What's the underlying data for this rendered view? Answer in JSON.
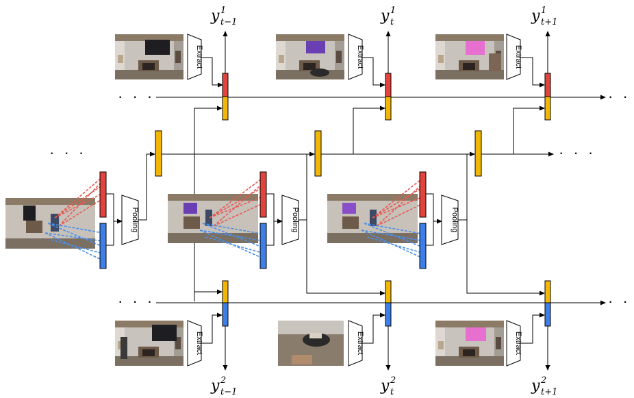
{
  "labels": {
    "extract": "Extract",
    "pooling": "Pooling",
    "ellipsis": "· · ·"
  },
  "outputs_top": [
    {
      "base": "y",
      "sup": "1",
      "sub": "t−1"
    },
    {
      "base": "y",
      "sup": "1",
      "sub": "t"
    },
    {
      "base": "y",
      "sup": "1",
      "sub": "t+1"
    }
  ],
  "outputs_bottom": [
    {
      "base": "y",
      "sup": "2",
      "sub": "t−1"
    },
    {
      "base": "y",
      "sup": "2",
      "sub": "t"
    },
    {
      "base": "y",
      "sup": "2",
      "sub": "t+1"
    }
  ],
  "colors": {
    "red": "#e0443c",
    "blue": "#3d7fe6",
    "yellow": "#f2b705",
    "attention_red": "#e8584f",
    "attention_blue": "#4a8fe8",
    "wall": "#b9b3ab",
    "floor": "#8a7c6c",
    "tv_off": "#1e1e22",
    "tv_purple": "#6b3fb4",
    "tv_pink": "#e66fd0",
    "fireplace": "#6d5a48"
  }
}
